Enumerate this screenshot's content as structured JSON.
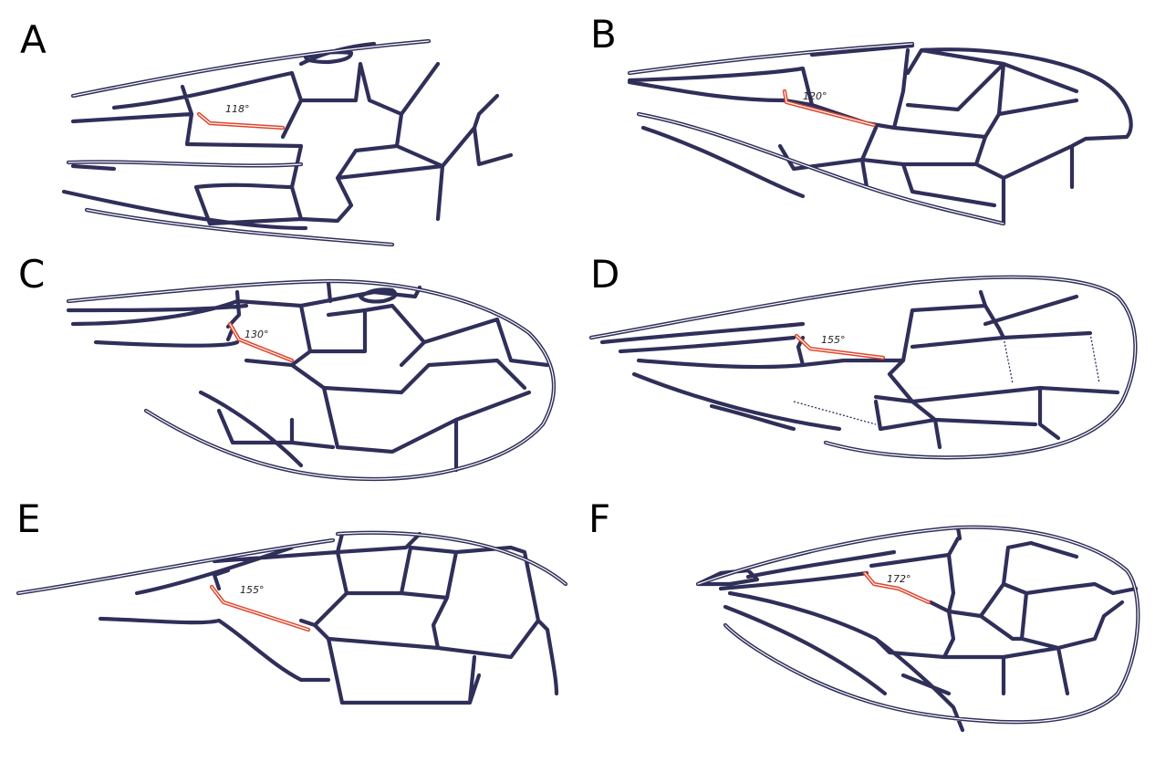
{
  "colors": {
    "vein": "#2f2f5a",
    "highlight": "#e0442b",
    "background": "#ffffff"
  },
  "panels": [
    {
      "letter": "A",
      "angle": "118°"
    },
    {
      "letter": "B",
      "angle": "120°"
    },
    {
      "letter": "C",
      "angle": "130°"
    },
    {
      "letter": "D",
      "angle": "155°"
    },
    {
      "letter": "E",
      "angle": "155°"
    },
    {
      "letter": "F",
      "angle": "172°"
    }
  ]
}
